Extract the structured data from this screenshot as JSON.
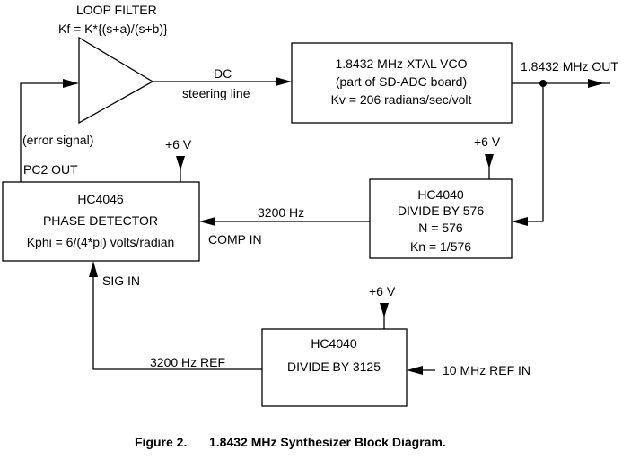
{
  "diagram": {
    "caption": {
      "figure": "Figure 2.",
      "title": "1.8432 MHz Synthesizer Block Diagram."
    },
    "loop_filter": {
      "title": "LOOP FILTER",
      "transfer_function": "Kf  = K*{(s+a)/(s+b)}"
    },
    "dc_line": {
      "label_top": "DC",
      "label_bottom": "steering line"
    },
    "vco": {
      "line1": "1.8432 MHz XTAL VCO",
      "line2": "(part of SD-ADC board)",
      "line3": "Kv = 206 radians/sec/volt"
    },
    "output": {
      "label": "1.8432 MHz OUT"
    },
    "phase_detector": {
      "line1": "HC4046",
      "line2": "PHASE DETECTOR",
      "line3": "Kphi = 6/(4*pi) volts/radian",
      "output_label": "PC2 OUT",
      "error_label": "(error signal)",
      "comp_in_label": "COMP IN",
      "sig_in_label": "SIG  IN",
      "supply": "+6 V"
    },
    "divider_576": {
      "line1": "HC4040",
      "line2": "DIVIDE BY 576",
      "line3": "N = 576",
      "line4": "Kn = 1/576",
      "supply": "+6 V",
      "output_freq_label": "3200 Hz"
    },
    "divider_3125": {
      "line1": "HC4040",
      "line2": "DIVIDE BY 3125",
      "supply": "+6 V",
      "input_label": "10 MHz REF IN",
      "output_label": "3200 Hz REF"
    },
    "icons": {
      "arrowhead": "filled-triangle-arrow",
      "junction": "filled-dot",
      "amplifier": "triangle-amplifier"
    }
  }
}
